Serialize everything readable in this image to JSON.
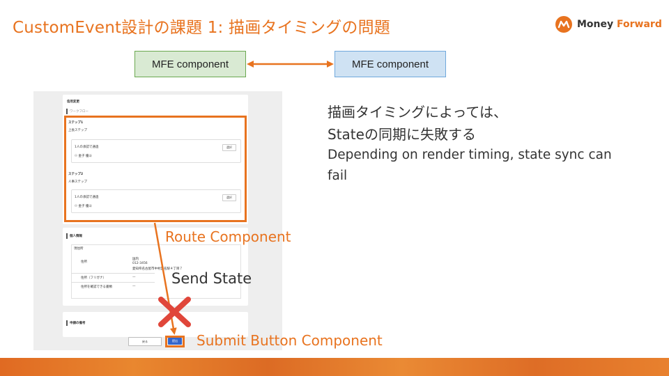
{
  "slide": {
    "title": "CustomEvent設計の課題 1: 描画タイミングの問題"
  },
  "logo": {
    "icon": "money-forward-logo-icon",
    "text_main": "Money",
    "text_accent": "Forward",
    "accent_color": "#e8731f"
  },
  "diagram": {
    "left_box": "MFE component",
    "right_box": "MFE component",
    "left_color": "#d9ead3",
    "right_color": "#cfe2f3",
    "arrow_color": "#e8731f"
  },
  "screenshot": {
    "card1": {
      "header": "信用変更",
      "tab": "ワークフロー",
      "step1_title": "ステップ1",
      "step1_sub": "上長ステップ",
      "step1_approval": "1人の承認で通過",
      "step1_select": "選択",
      "step1_user": "金子 優斗",
      "step2_title": "ステップ2",
      "step2_sub": "人事ステップ",
      "step2_approval": "1人の承認で通過",
      "step2_select": "選択",
      "step2_user": "金子 優斗"
    },
    "card2": {
      "header": "個人情報",
      "section": "現住所",
      "row1_label": "住所",
      "row1_value1": "国内",
      "row1_value2": "012-3456",
      "row1_value3": "愛知県名古屋市中村区名駅４丁目７",
      "row2_label": "住所（フリガナ）",
      "row2_value": "—",
      "row3_label": "住所を確認できる書類",
      "row3_value": "—"
    },
    "card3": {
      "header": "申請の備考"
    },
    "back_button": "戻る",
    "submit_button": "提出"
  },
  "labels": {
    "route_component": "Route Component",
    "send_state": "Send State",
    "submit_button_component": "Submit Button Component"
  },
  "notes": {
    "jp_line1": "描画タイミングによっては、",
    "jp_line2": "Stateの同期に失敗する",
    "en": "Depending on render timing, state sync can fail"
  },
  "colors": {
    "accent": "#e8731f",
    "cross": "#e0463a"
  }
}
